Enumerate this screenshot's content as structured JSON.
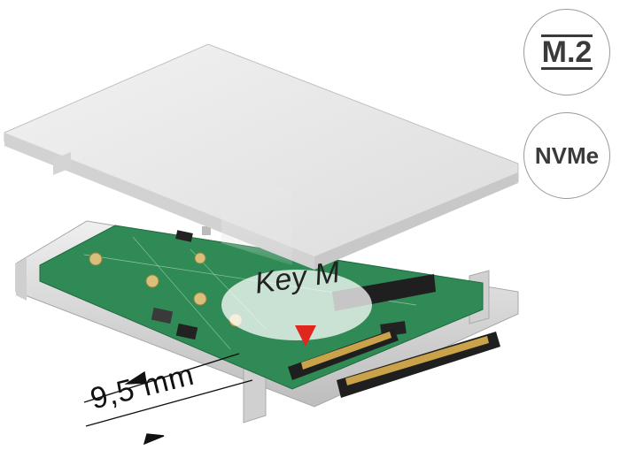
{
  "badges": {
    "m2": "M.2",
    "nvme": "NVMe"
  },
  "labels": {
    "key": "Key M",
    "thickness": "9,5 mm"
  },
  "colors": {
    "pcb": "#2f8a55",
    "frame": "#d6d6d6",
    "lid": "#e8e8e8",
    "connector": "#1f1f1f",
    "pins": "#c9a24a",
    "arrow": "#e0271f"
  }
}
